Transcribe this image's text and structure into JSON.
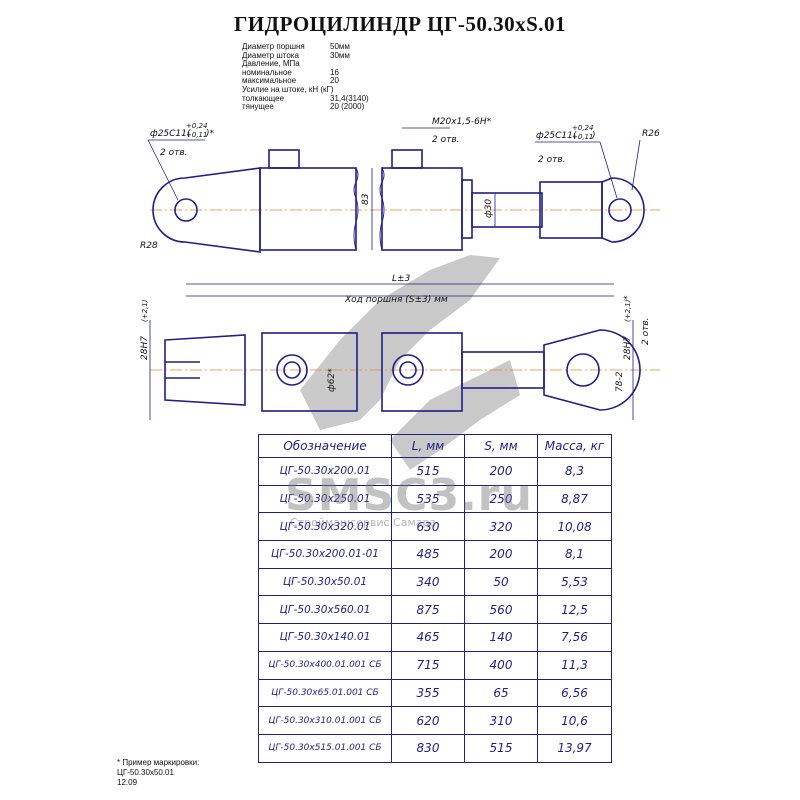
{
  "title": "ГИДРОЦИЛИНДР  ЦГ-50.30хS.01",
  "specs": [
    {
      "label": "Диаметр поршня",
      "value": "50мм"
    },
    {
      "label": "Диаметр штока",
      "value": "30мм"
    },
    {
      "label": "Давление, МПа",
      "value": ""
    },
    {
      "label": "номинальное",
      "value": "16"
    },
    {
      "label": "максимальное",
      "value": "20"
    },
    {
      "label": "Усилие на штоке, кН (кГ)",
      "value": ""
    },
    {
      "label": "толкающее",
      "value": "31,4(3140)"
    },
    {
      "label": "тянущее",
      "value": "20  (2000)"
    }
  ],
  "dims": {
    "bore_left": "ф25С11(",
    "tol_upper": "+0,24",
    "tol_lower": "+0,11",
    "bore_left_suffix": ")*",
    "bore_right_suffix": ")",
    "qty_left": "2 отв.",
    "qty_right": "2 отв.",
    "thread": "М20х1,5-6Н*",
    "qty_thread": "2 отв.",
    "r_left": "R28",
    "r_right": "R26",
    "d83": "83",
    "d30": "ф30",
    "length": "L±3",
    "stroke": "Ход поршня (S±3) мм",
    "slot_left": "28H7",
    "slot_left_tol": "(+2,1)",
    "slot_right": "28H7",
    "slot_right_tol": "(+2,1)",
    "slot_right_star": "*",
    "qty_slot": "2 отв.",
    "d62": "ф62*",
    "d78": "78-2"
  },
  "table": {
    "headers": [
      "Обозначение",
      "L, мм",
      "S, мм",
      "Масса, кг"
    ],
    "rows": [
      [
        "ЦГ-50.30х200.01",
        "515",
        "200",
        "8,3"
      ],
      [
        "ЦГ-50.30х250.01",
        "535",
        "250",
        "8,87"
      ],
      [
        "ЦГ-50.30х320.01",
        "630",
        "320",
        "10,08"
      ],
      [
        "ЦГ-50.30х200.01-01",
        "485",
        "200",
        "8,1"
      ],
      [
        "ЦГ-50.30х50.01",
        "340",
        "50",
        "5,53"
      ],
      [
        "ЦГ-50.30х560.01",
        "875",
        "560",
        "12,5"
      ],
      [
        "ЦГ-50.30х140.01",
        "465",
        "140",
        "7,56"
      ],
      [
        "ЦГ-50.30х400.01.001  СБ",
        "715",
        "400",
        "11,3"
      ],
      [
        "ЦГ-50.30х65.01.001  СБ",
        "355",
        "65",
        "6,56"
      ],
      [
        "ЦГ-50.30х310.01.001  СБ",
        "620",
        "310",
        "10,6"
      ],
      [
        "ЦГ-50.30х515.01.001  СБ",
        "830",
        "515",
        "13,97"
      ]
    ]
  },
  "watermark": {
    "brand": "SMSC3.ru",
    "subtitle": "Строймашсервис Самара"
  },
  "note": {
    "line1": "* Пример маркировки:",
    "line2": "ЦГ-50.30х50.01",
    "line3": "12.09"
  },
  "colors": {
    "line": "#1e1e8c",
    "axis": "#e08a2a",
    "watermark": "#8a8a8a"
  }
}
